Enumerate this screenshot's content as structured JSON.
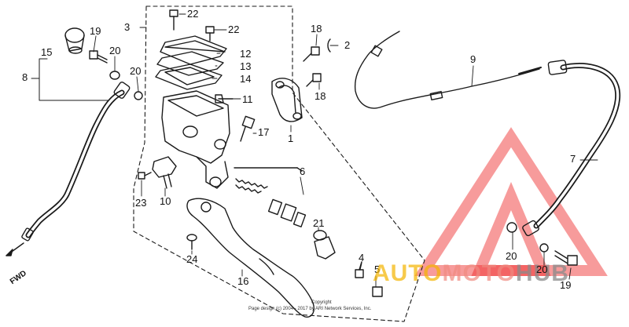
{
  "diagram": {
    "callouts": {
      "c1": "1",
      "c2": "2",
      "c3": "3",
      "c4": "4",
      "c5": "5",
      "c6": "6",
      "c7": "7",
      "c8": "8",
      "c9": "9",
      "c10": "10",
      "c11": "11",
      "c12": "12",
      "c13": "13",
      "c14": "14",
      "c15": "15",
      "c16": "16",
      "c17": "17",
      "c18a": "18",
      "c18b": "18",
      "c19a": "19",
      "c19b": "19",
      "c20a": "20",
      "c20b": "20",
      "c20c": "20",
      "c20d": "20",
      "c21": "21",
      "c22a": "22",
      "c22b": "22",
      "c23": "23",
      "c24": "24"
    },
    "fwd_label": "FWD",
    "copyright_line1": "Copyright",
    "copyright_line2": "Page design (c) 2004 - 2017 by ARI Network Services, Inc."
  },
  "watermark": {
    "text_part1": "AUTO",
    "text_part2": "MOTO",
    "text_part3": "HUB",
    "color_part1": "#f5b400",
    "color_part2": "#f08a80",
    "color_part3": "#8a8a8a",
    "logo_color": "#ee2222"
  }
}
